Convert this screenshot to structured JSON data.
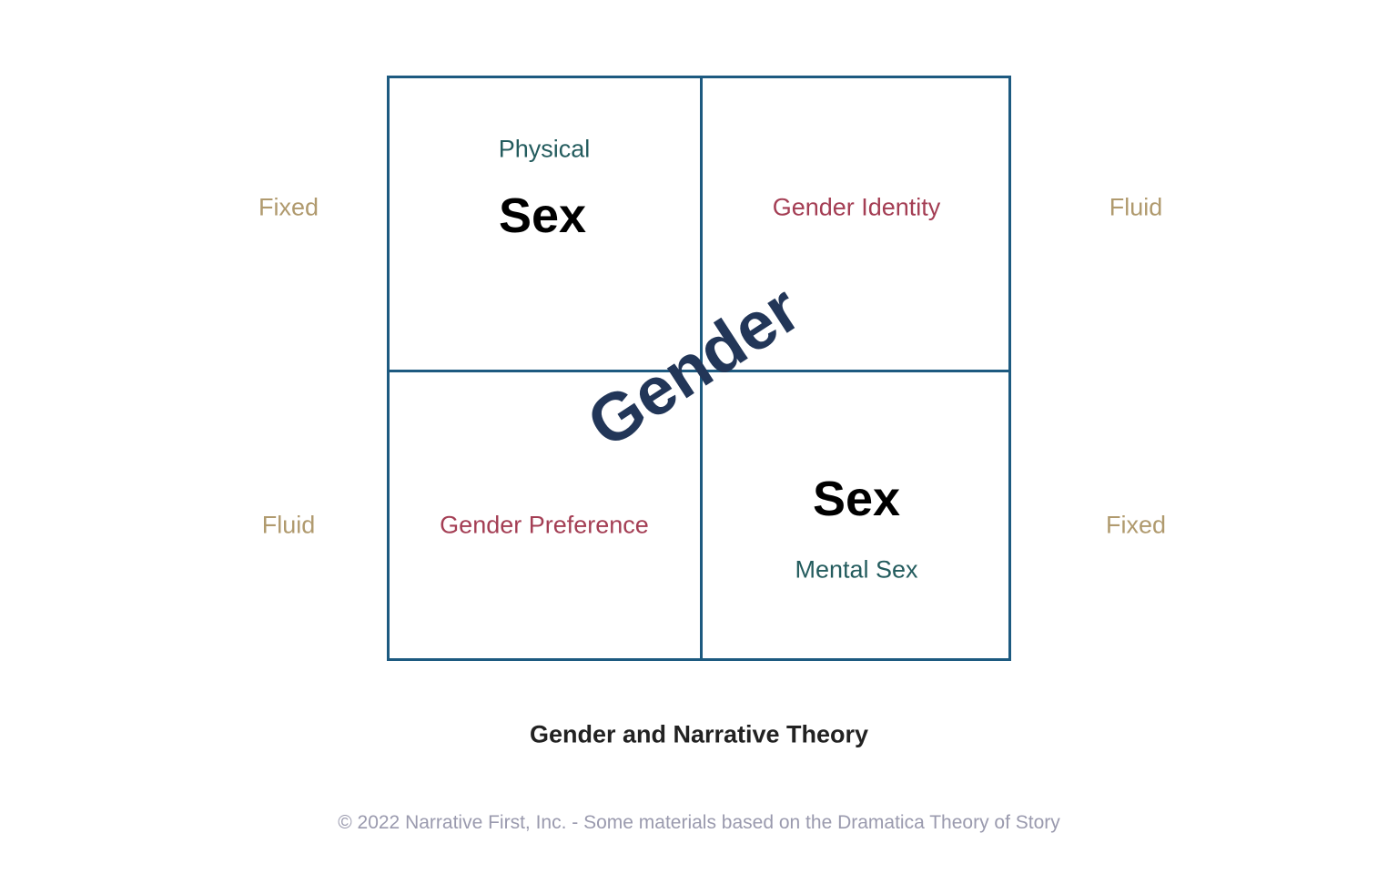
{
  "side_labels": {
    "top_left": "Fixed",
    "top_right": "Fluid",
    "bottom_left": "Fluid",
    "bottom_right": "Fixed"
  },
  "quadrants": {
    "top_left": {
      "subtitle": "Physical",
      "title": "Sex"
    },
    "top_right": {
      "label": "Gender Identity"
    },
    "bottom_left": {
      "label": "Gender Preference"
    },
    "bottom_right": {
      "title": "Sex",
      "subtitle": "Mental Sex"
    }
  },
  "diagonal_label": "Gender",
  "caption": "Gender and Narrative Theory",
  "footer": "© 2022 Narrative First, Inc. - Some materials based on the Dramatica Theory of Story",
  "colors": {
    "grid_line": "#1d5a80",
    "side_label": "#b09a6e",
    "teal_label": "#245c5e",
    "rose_label": "#a43e54",
    "diagonal": "#223658"
  }
}
